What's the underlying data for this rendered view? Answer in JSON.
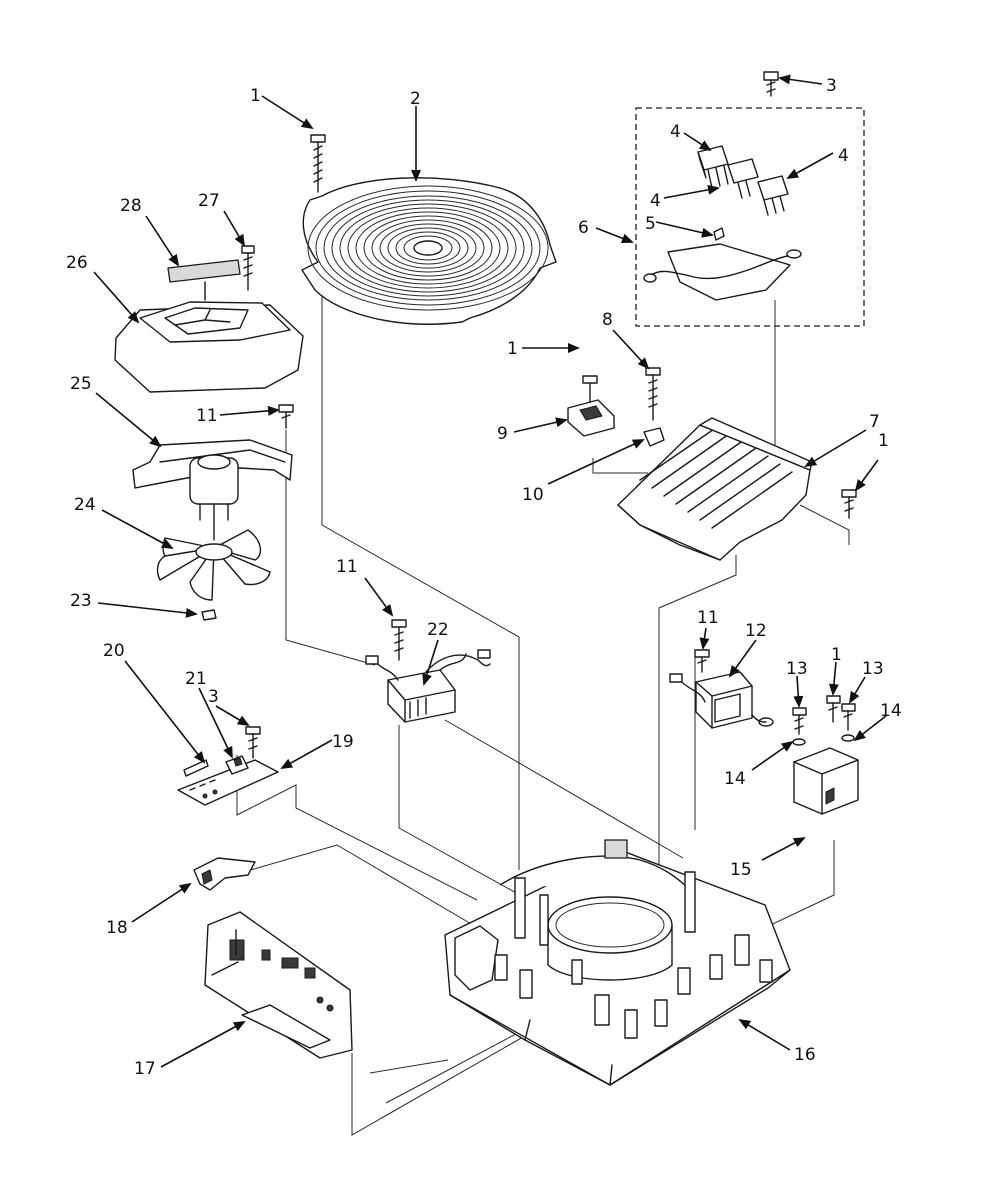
{
  "callouts": [
    {
      "id": "c1a",
      "text": "1"
    },
    {
      "id": "c2",
      "text": "2"
    },
    {
      "id": "c3a",
      "text": "3"
    },
    {
      "id": "c4a",
      "text": "4"
    },
    {
      "id": "c4b",
      "text": "4"
    },
    {
      "id": "c4c",
      "text": "4"
    },
    {
      "id": "c5",
      "text": "5"
    },
    {
      "id": "c6",
      "text": "6"
    },
    {
      "id": "c28",
      "text": "28"
    },
    {
      "id": "c27",
      "text": "27"
    },
    {
      "id": "c26",
      "text": "26"
    },
    {
      "id": "c1b",
      "text": "1"
    },
    {
      "id": "c8",
      "text": "8"
    },
    {
      "id": "c25",
      "text": "25"
    },
    {
      "id": "c11a",
      "text": "11"
    },
    {
      "id": "c9",
      "text": "9"
    },
    {
      "id": "c7",
      "text": "7"
    },
    {
      "id": "c1c",
      "text": "1"
    },
    {
      "id": "c10",
      "text": "10"
    },
    {
      "id": "c24",
      "text": "24"
    },
    {
      "id": "c23",
      "text": "23"
    },
    {
      "id": "c11b",
      "text": "11"
    },
    {
      "id": "c22",
      "text": "22"
    },
    {
      "id": "c11c",
      "text": "11"
    },
    {
      "id": "c12",
      "text": "12"
    },
    {
      "id": "c20",
      "text": "20"
    },
    {
      "id": "c3b",
      "text": "3"
    },
    {
      "id": "c13a",
      "text": "13"
    },
    {
      "id": "c1d",
      "text": "1"
    },
    {
      "id": "c13b",
      "text": "13"
    },
    {
      "id": "c21",
      "text": "21"
    },
    {
      "id": "c14a",
      "text": "14"
    },
    {
      "id": "c19",
      "text": "19"
    },
    {
      "id": "c14b",
      "text": "14"
    },
    {
      "id": "c15",
      "text": "15"
    },
    {
      "id": "c18",
      "text": "18"
    },
    {
      "id": "c17",
      "text": "17"
    },
    {
      "id": "c16",
      "text": "16"
    }
  ]
}
